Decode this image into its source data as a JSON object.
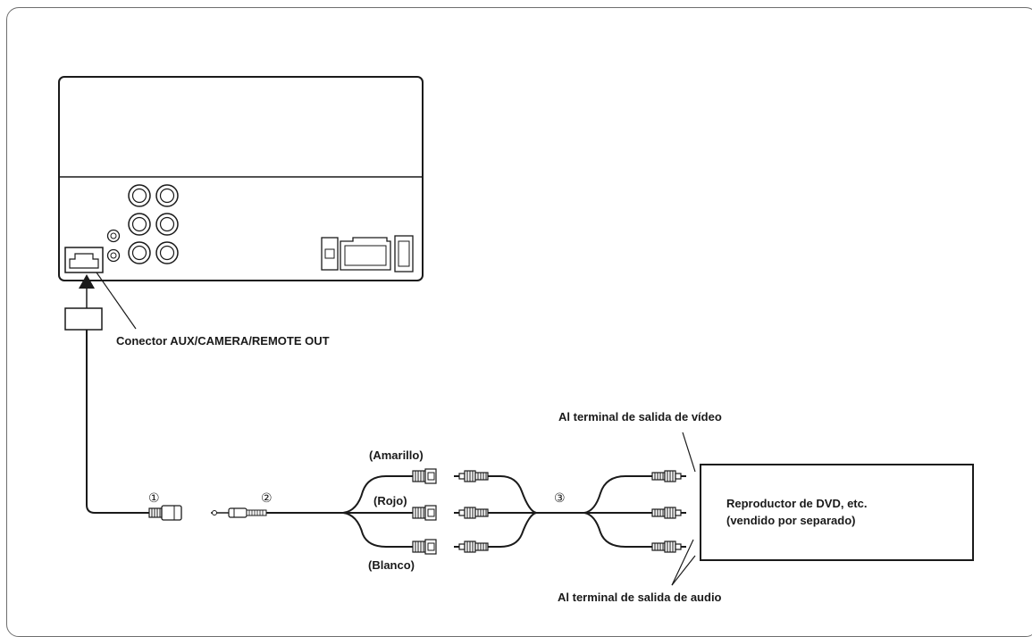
{
  "labels": {
    "connector": "Conector AUX/CAMERA/REMOTE OUT",
    "video_out": "Al terminal de salida de vídeo",
    "audio_out": "Al terminal de salida de audio",
    "yellow": "(Amarillo)",
    "red": "(Rojo)",
    "white": "(Blanco)",
    "device_line1": "Reproductor de DVD, etc.",
    "device_line2": "(vendido por separado)",
    "num1": "①",
    "num2": "②",
    "num3": "③"
  },
  "icons": {
    "arrow": "arrow-up-icon",
    "rca_plug": "rca-plug-icon",
    "mini_jack": "mini-jack-icon"
  },
  "colors": {
    "line": "#1a1a1a",
    "frame": "#6e6e6e",
    "background": "#ffffff"
  }
}
